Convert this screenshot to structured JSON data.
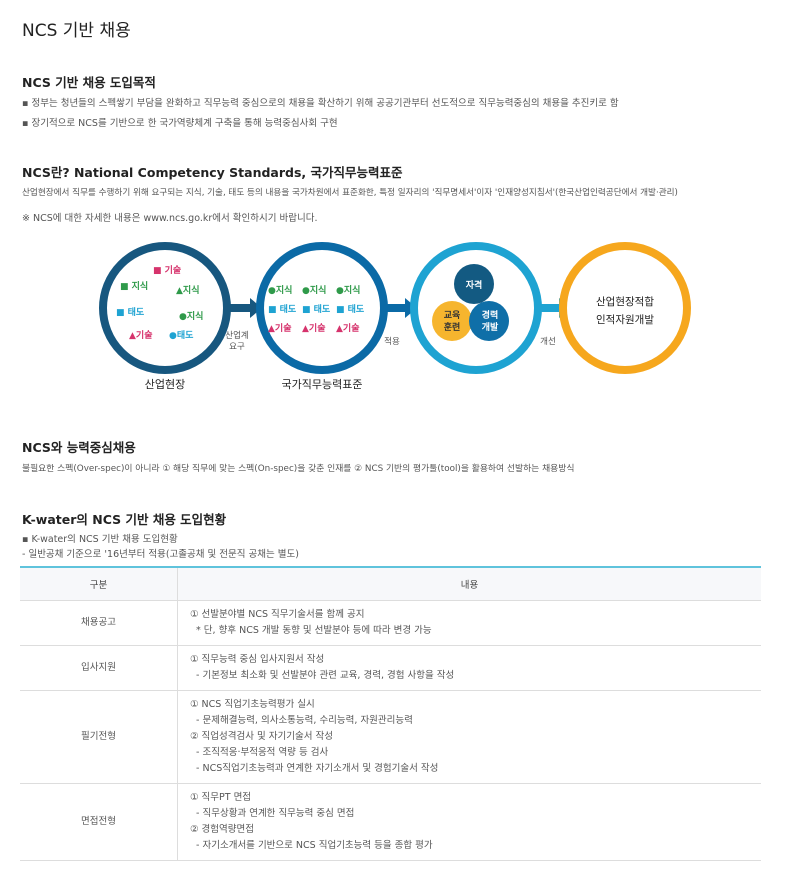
{
  "title": "NCS 기반 채용",
  "s1": {
    "heading": "NCS 기반 채용 도입목적",
    "bullets": [
      "▪ 정부는 청년들의 스펙쌓기 부담을 완화하고 직무능력 중심으로의 채용을 확산하기 위해 공공기관부터 선도적으로 직무능력중심의 채용을 추진키로 함",
      "▪ 장기적으로 NCS를 기반으로 한 국가역량체계 구축을 통해 능력중심사회 구현"
    ]
  },
  "s2": {
    "heading": "NCS란? National Competency Standards, 국가직무능력표준",
    "desc": "산업현장에서 직무를 수행하기 위해 요구되는 지식, 기술, 태도 등의 내용을 국가차원에서 표준화한, 특정 일자리의 '직무명세서'이자 '인재양성지침서'(한국산업인력공단에서 개발·관리)",
    "note": "※ NCS에 대한 자세한 내용은 www.ncs.go.kr에서 확인하시기 바랍니다."
  },
  "diagram": {
    "c1": {
      "label": "산업현장",
      "items": [
        "■ 기술",
        "■ 지식",
        "▲지식",
        "■ 태도",
        "●지식",
        "▲기술",
        "●태도"
      ]
    },
    "a1": [
      "산업계",
      "요구"
    ],
    "c2": {
      "label": "국가직무능력표준",
      "items": [
        "●지식",
        "■ 태도",
        "▲기술"
      ]
    },
    "a2": "적용",
    "c3": {
      "items": [
        "자격",
        "교육",
        "훈련",
        "경력",
        "개발"
      ]
    },
    "a3": "개선",
    "c4": {
      "lines": [
        "산업현장적합",
        "인적자원개발"
      ]
    },
    "colors": {
      "navy": "#17577f",
      "blue": "#0b6aa6",
      "sky": "#1ea3d2",
      "orange": "#f6a71d",
      "green": "#2f9a4a",
      "pink": "#d6336c",
      "cyan": "#1ea3d2"
    }
  },
  "s3": {
    "heading": "NCS와 능력중심채용",
    "desc": "불필요한 스펙(Over-spec)이 아니라 ① 해당 직무에 맞는 스펙(On-spec)을 갖춘 인재를 ② NCS 기반의 평가툴(tool)을 활용하여 선발하는 채용방식"
  },
  "s4": {
    "heading": "K-water의 NCS 기반 채용 도입현황",
    "bullet": "▪ K-water의 NCS 기반 채용 도입현황",
    "sub": "- 일반공채 기준으로 '16년부터 적용(고졸공채 및 전문직 공채는 별도)",
    "table": {
      "headers": [
        "구분",
        "내용"
      ],
      "rows": [
        {
          "k": "채용공고",
          "v": [
            "① 선발분야별 NCS 직무기술서를 함께 공지",
            "  * 단, 향후 NCS 개발 동향 및 선발분야 등에 따라 변경 가능"
          ]
        },
        {
          "k": "입사지원",
          "v": [
            "① 직무능력 중심 입사지원서 작성",
            "  - 기본정보 최소화 및 선발분야 관련 교육, 경력, 경험 사항을 작성"
          ]
        },
        {
          "k": "필기전형",
          "v": [
            "① NCS 직업기초능력평가 실시",
            "  - 문제해결능력, 의사소통능력, 수리능력, 자원관리능력",
            "② 직업성격검사 및 자기기술서 작성",
            "  - 조직적응·부적응적 역량 등 검사",
            "  - NCS직업기초능력과 연계한 자기소개서 및 경험기술서 작성"
          ]
        },
        {
          "k": "면접전형",
          "v": [
            "① 직무PT 면접",
            "  - 직무상황과 연계한 직무능력 중심 면접",
            "② 경험역량면접",
            "  - 자기소개서를 기반으로 NCS 직업기초능력 등을 종합 평가"
          ]
        }
      ]
    }
  }
}
